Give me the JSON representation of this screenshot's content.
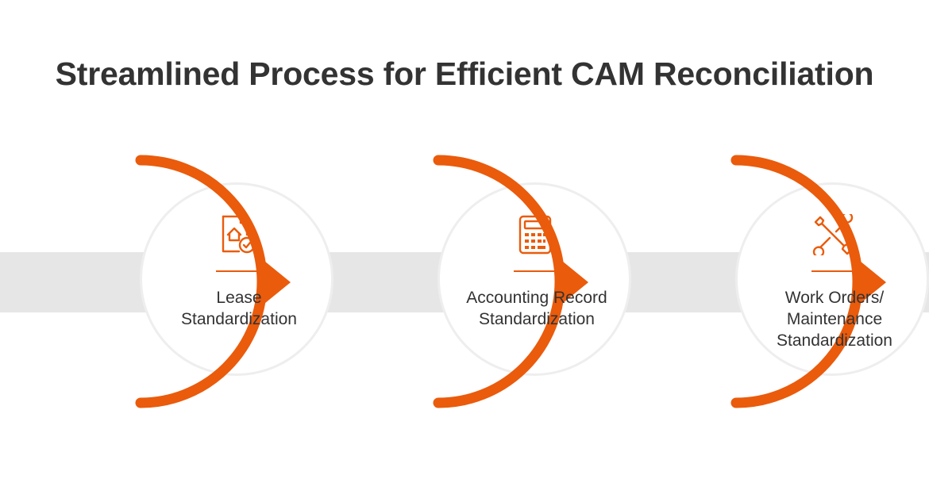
{
  "title": "Streamlined Process for Efficient CAM Reconciliation",
  "colors": {
    "accent": "#EA5B0C",
    "band": "#E6E6E6",
    "text": "#333333"
  },
  "steps": [
    {
      "icon": "lease-document-icon",
      "lines": [
        "Lease",
        "Standardization"
      ]
    },
    {
      "icon": "calculator-icon",
      "lines": [
        "Accounting Record",
        "Standardization"
      ]
    },
    {
      "icon": "wrench-screwdriver-icon",
      "lines": [
        "Work Orders/",
        "Maintenance",
        "Standardization"
      ]
    }
  ]
}
